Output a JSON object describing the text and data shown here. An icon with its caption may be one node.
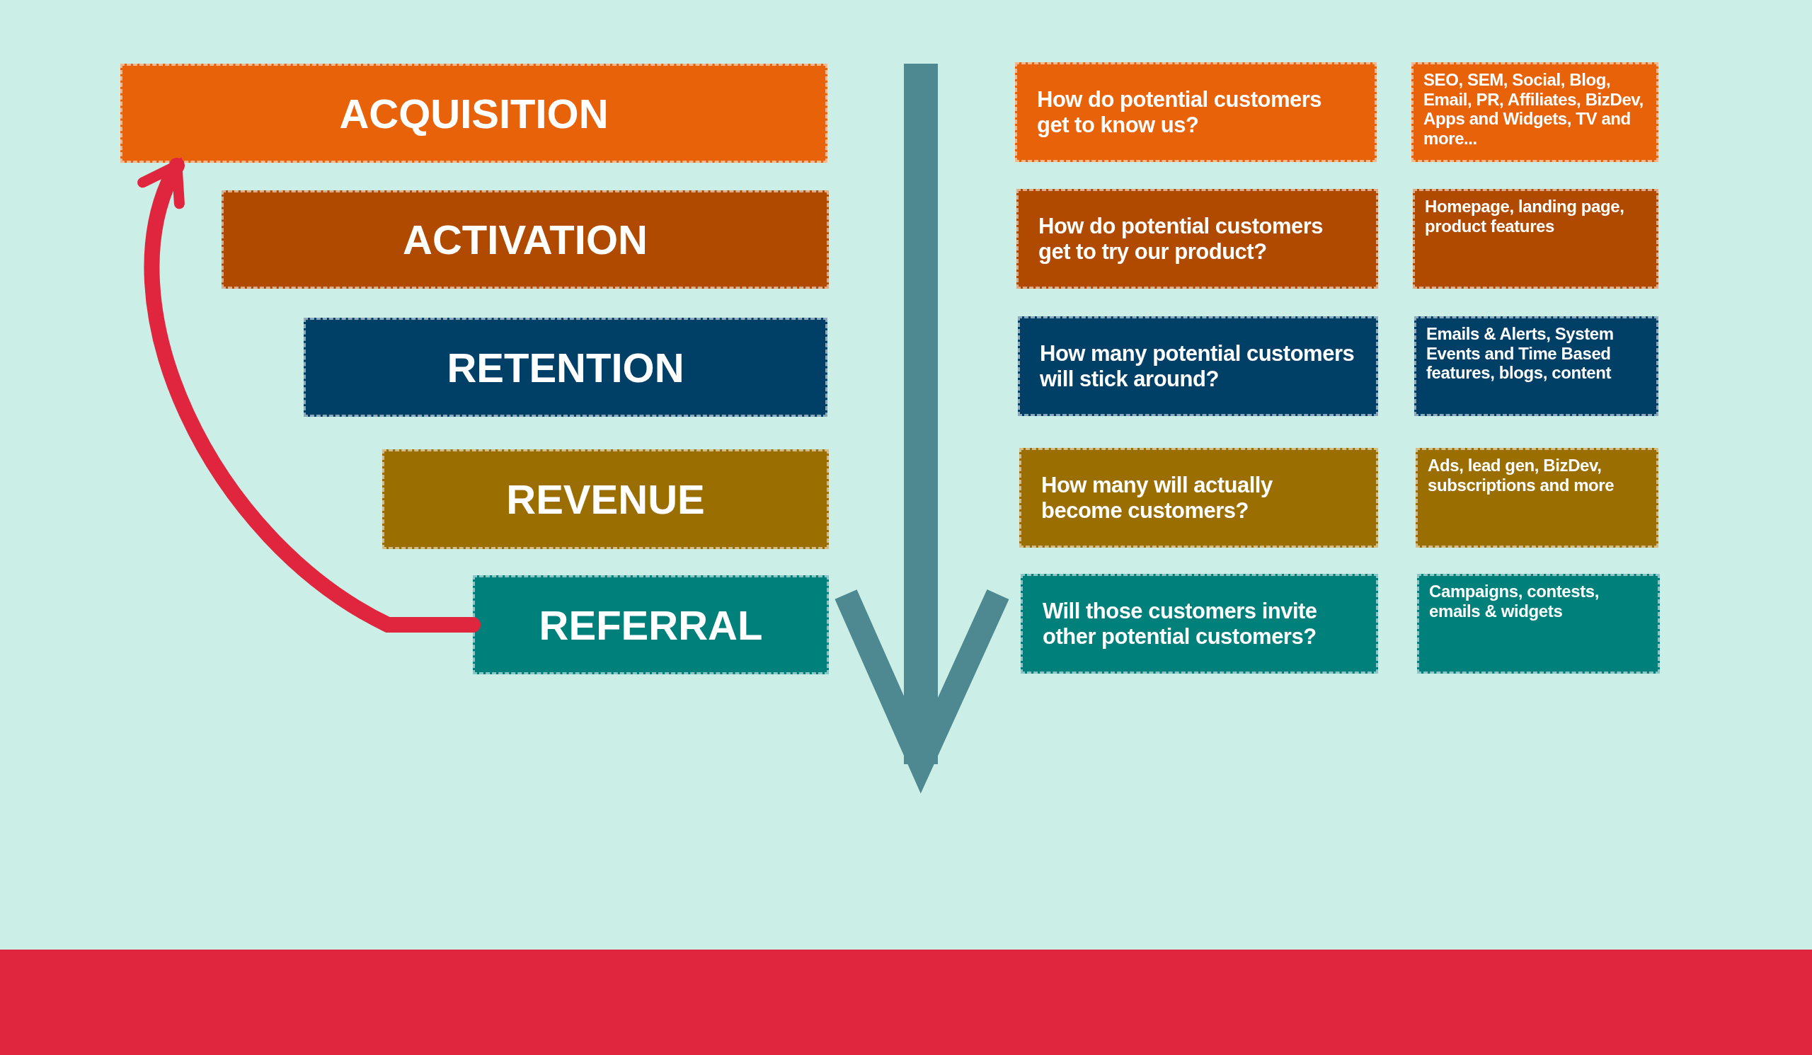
{
  "diagram": {
    "nodes": [
      {
        "text": [
          "ACQUISITION"
        ]
      },
      {
        "text": [
          "ACTIVATION"
        ]
      },
      {
        "text": [
          "RETENTION"
        ]
      },
      {
        "text": [
          "REVENUE"
        ]
      },
      {
        "text": [
          "REFERRAL"
        ]
      },
      {
        "text": [
          "How do potential customers get to know us?"
        ]
      },
      {
        "text": [
          "How do potential customers get to try our product?"
        ]
      },
      {
        "text": [
          "How many potential customers will stick around?"
        ]
      },
      {
        "text": [
          "How many will actually become customers?"
        ]
      },
      {
        "text": [
          "Will those customers invite other potential customers?"
        ]
      },
      {
        "text": [
          "SEO, SEM, Social, Blog, Email, PR, Affiliates, BizDev, Apps and Widgets, TV and more..."
        ]
      },
      {
        "text": [
          "Homepage, landing page, product features"
        ]
      },
      {
        "text": [
          "Emails & Alerts, System Events and Time Based features, blogs, content"
        ]
      },
      {
        "text": [
          "Ads, lead gen, BizDev, subscriptions and more"
        ]
      },
      {
        "text": [
          "Campaigns, contests, emails & widgets"
        ]
      }
    ],
    "edges": [
      {
        "from": 4,
        "to": 0,
        "arrow": "to",
        "color": "#e0253f"
      }
    ]
  }
}
